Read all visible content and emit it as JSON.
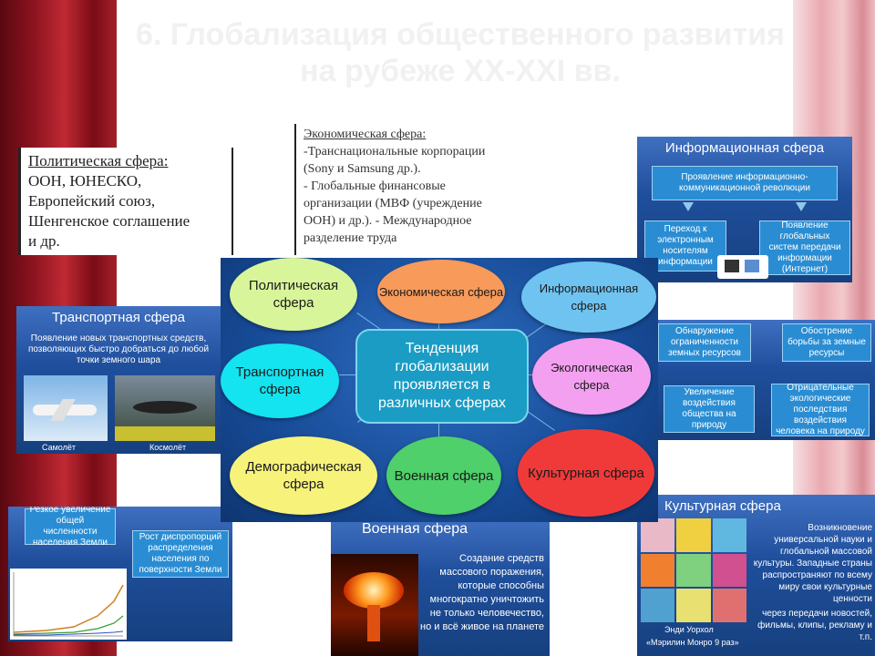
{
  "slide": {
    "title": "6. Глобализация общественного развития на рубеже XX-XXI вв.",
    "political": {
      "lines": [
        "Политическая сфера:",
        "ООН, ЮНЕСКО,",
        "Европейский союз,",
        "Шенгенское соглашение",
        "и др."
      ]
    },
    "economic": {
      "lines": [
        "Экономическая сфера:",
        "-Транснациональные корпорации",
        "(Sony и Samsung др.).",
        "- Глобальные финансовые",
        "организации (МВФ (учреждение",
        "ООН) и др.). - Международное",
        "разделение труда"
      ]
    },
    "info_panel": {
      "title": "Информационная сфера",
      "top": "Проявление информационно-коммуникационной революции",
      "left": "Переход к электронным носителям информации",
      "right": "Появление глобальных систем передачи информации (Интернет)"
    },
    "transport_panel": {
      "title": "Транспортная сфера",
      "text": "Появление новых транспортных средств, позволяющих быстро добраться до любой точки земного шара",
      "cap1": "Самолёт",
      "cap2": "Космолёт"
    },
    "ecology_panel": {
      "b1": "Обнаружение ограниченности земных ресурсов",
      "b2": "Обострение борьбы за земные ресурсы",
      "b3": "Увеличение воздействия общества на природу",
      "b4": "Отрицательные экологические последствия воздействия человека на природу"
    },
    "demo_panel": {
      "b1": "Резкое увеличение общей численности населения Земли",
      "b2": "Рост диспропорций распределения населения по поверхности Земли"
    },
    "military_panel": {
      "title": "Военная сфера",
      "text": "Создание средств массового поражения, которые способны многократно уничтожить не только человечество, но и всё живое на планете"
    },
    "culture_panel": {
      "title": "Культурная сфера",
      "text1": "Возникновение универсальной науки и глобальной массовой культуры. Западные страны распространяют по всему миру свои культурные ценности",
      "text2": "через передачи новостей, фильмы, клипы, рекламу и т.п.",
      "cap1": "Энди Уорхол",
      "cap2": "«Мэрилин Монро 9 раз»"
    },
    "diagram": {
      "core": "Тенденция глобализации проявляется в различных сферах",
      "political": "Политическая сфера",
      "economic": "Экономическая сфера",
      "information": "Информационная сфера",
      "transport": "Транспортная сфера",
      "ecological": "Экологическая сфера",
      "demographic": "Демографическая сфера",
      "military": "Военная сфера",
      "cultural": "Культурная сфера"
    },
    "colors": {
      "political": "#d8f59a",
      "economic": "#f79a5a",
      "information": "#6fc3f0",
      "transport": "#14e3f0",
      "ecological": "#f3a0f0",
      "demographic": "#f7f27a",
      "military": "#4fd06a",
      "cultural": "#f03a3a"
    }
  }
}
